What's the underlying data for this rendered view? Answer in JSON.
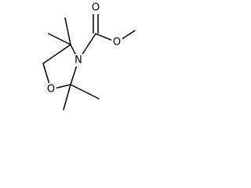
{
  "molecule": {
    "atom_labels": {
      "ring_nitrogen": "N",
      "ring_oxygen": "O",
      "carbonyl_oxygen": "O",
      "ester_oxygen": "O"
    }
  }
}
